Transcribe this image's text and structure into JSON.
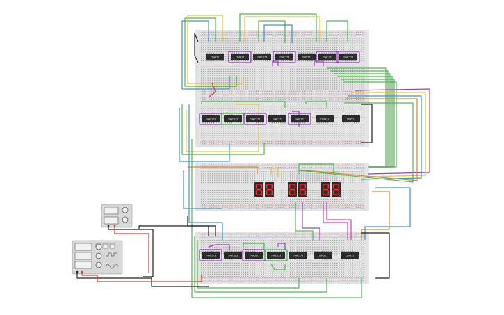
{
  "colors": {
    "background": "#ffffff",
    "breadboard": "#e3e3e3",
    "breadboard_rail_red": "#e0504a",
    "breadboard_rail_blue": "#4a7fd0",
    "chip": "#2b2b2b",
    "chip_outline_purple": "#8a3fb5",
    "chip_outline_green": "#3fae4a",
    "wire_green": "#4cbb4c",
    "wire_blue": "#3a96d6",
    "wire_yellow": "#e3c43a",
    "wire_purple": "#9b40c0",
    "wire_red": "#d63a3a",
    "wire_black": "#222222",
    "wire_orange": "#d98a2a",
    "wire_magenta": "#d040b0",
    "display_body": "#2a2a2a",
    "instrument_body": "#d8d8d8"
  },
  "boards": [
    {
      "name": "breadboard-1",
      "chips": [
        {
          "label": "CD4017"
        },
        {
          "label": "CD4017"
        },
        {
          "label": "74HC173"
        },
        {
          "label": "74HC173"
        },
        {
          "label": "74HC157"
        },
        {
          "label": "74HC173"
        },
        {
          "label": "74HC173"
        }
      ]
    },
    {
      "name": "breadboard-2",
      "chips": [
        {
          "label": "74HC173"
        },
        {
          "label": "74HC173"
        },
        {
          "label": "74HC173"
        },
        {
          "label": "74HC173"
        },
        {
          "label": "74HC173"
        },
        {
          "label": "CD4511"
        },
        {
          "label": "CD4511"
        }
      ]
    },
    {
      "name": "breadboard-4",
      "chips": [
        {
          "label": "74HC173"
        },
        {
          "label": "74HC283"
        },
        {
          "label": "74HC86"
        },
        {
          "label": "74HC173"
        },
        {
          "label": "74HC173"
        },
        {
          "label": "CD4511"
        },
        {
          "label": "CD4511"
        }
      ]
    }
  ],
  "displays": [
    {
      "name": "display-pair-1",
      "digits": [
        "8",
        "8"
      ]
    },
    {
      "name": "display-pair-2",
      "digits": [
        "8",
        "8"
      ]
    },
    {
      "name": "display-pair-3",
      "digits": [
        "8",
        "8"
      ]
    }
  ],
  "instruments": {
    "power_supply": {
      "icon": "power-supply-icon"
    },
    "function_generator": {
      "icon": "function-generator-icon"
    }
  }
}
